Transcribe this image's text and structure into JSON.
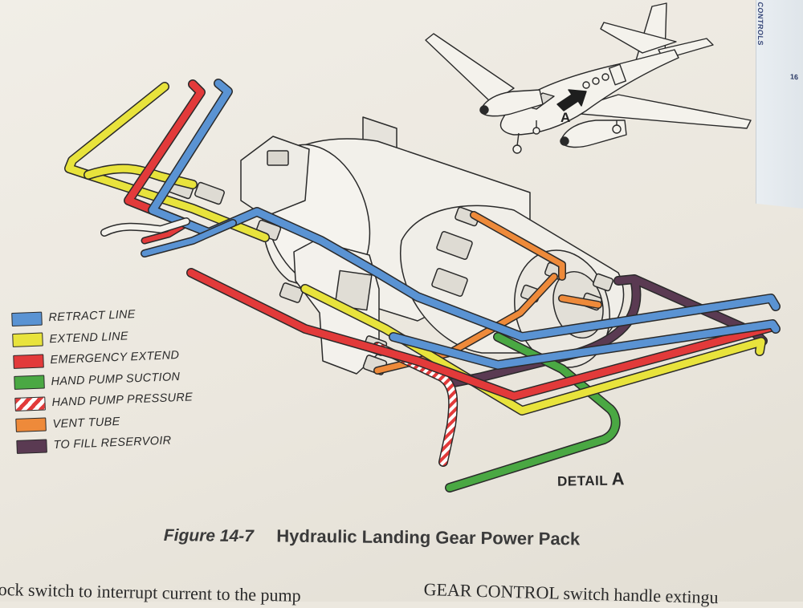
{
  "page": {
    "tab_text": "CONTROLS",
    "tab_number": "16"
  },
  "legend": {
    "items": [
      {
        "label": "RETRACT LINE",
        "color": "#5a93d3"
      },
      {
        "label": "EXTEND LINE",
        "color": "#e8e33c"
      },
      {
        "label": "EMERGENCY EXTEND",
        "color": "#e23a3a"
      },
      {
        "label": "HAND PUMP SUCTION",
        "color": "#4aa843"
      },
      {
        "label": "HAND PUMP PRESSURE",
        "color": "striped-red-white"
      },
      {
        "label": "VENT TUBE",
        "color": "#ee8a3a"
      },
      {
        "label": "TO FILL RESERVOIR",
        "color": "#5a3a52"
      }
    ]
  },
  "detail": {
    "word": "DETAIL",
    "letter": "A",
    "view_marker": "A"
  },
  "caption": {
    "number": "Figure 14-7",
    "title": "Hydraulic Landing Gear Power Pack"
  },
  "body_text": {
    "left": "ock switch to interrupt current to the pump",
    "right": "GEAR CONTROL switch handle extingu"
  },
  "colors": {
    "retract": "#5a93d3",
    "extend": "#e8e33c",
    "emergency": "#e23a3a",
    "suction": "#4aa843",
    "vent": "#ee8a3a",
    "reservoir": "#5a3a52"
  }
}
